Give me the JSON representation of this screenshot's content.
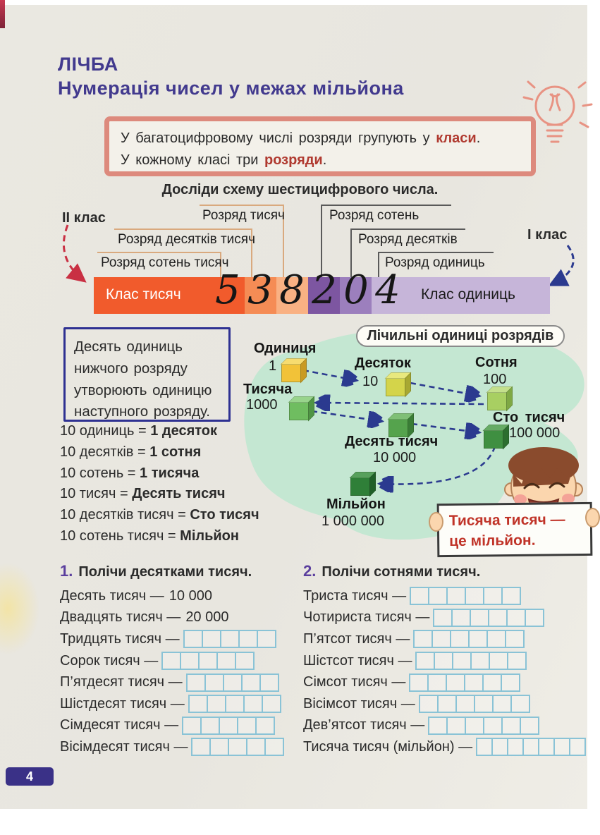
{
  "page": {
    "number": "4",
    "section": "ЛІЧБА",
    "title": "Нумерація чисел у межах мільйона"
  },
  "rule_box": {
    "l1a": "У багатоцифровому числі розряди групують у ",
    "l1b": "класи",
    "l1c": ".",
    "l2a": "У кожному класі три ",
    "l2b": "розряди",
    "l2c": "."
  },
  "scheme": {
    "instruction": "Досліди схему шестицифрового числа.",
    "class2": "ІІ клас",
    "class1": "І клас",
    "left_labels": [
      "Розряд тисяч",
      "Розряд десятків тисяч",
      "Розряд сотень тисяч"
    ],
    "right_labels": [
      "Розряд сотень",
      "Розряд десятків",
      "Розряд одиниць"
    ],
    "thousands": {
      "label": "Клас тисяч",
      "d1": "5",
      "d2": "3",
      "d3": "8"
    },
    "units": {
      "label": "Клас одиниць",
      "d1": "2",
      "d2": "0",
      "d3": "4"
    }
  },
  "principle": "Десять одиниць нижчого розряду утворюють одиницю наступного розряду.",
  "counting_units": {
    "title": "Лічильні одиниці розрядів",
    "items": [
      {
        "name": "Одиниця",
        "value": "1"
      },
      {
        "name": "Десяток",
        "value": "10"
      },
      {
        "name": "Сотня",
        "value": "100"
      },
      {
        "name": "Тисяча",
        "value": "1000"
      },
      {
        "name": "Десять тисяч",
        "value": "10 000"
      },
      {
        "name": "Сто тисяч",
        "value": "100 000"
      },
      {
        "name": "Мільйон",
        "value": "1 000 000"
      }
    ]
  },
  "equalities": [
    {
      "left": "10 одиниць = ",
      "right": "1 десяток"
    },
    {
      "left": "10 десятків = ",
      "right": "1 сотня"
    },
    {
      "left": "10 сотень = ",
      "right": "1 тисяча"
    },
    {
      "left": "10 тисяч = ",
      "right": "Десять тисяч"
    },
    {
      "left": "10 десятків тисяч = ",
      "right": "Сто тисяч"
    },
    {
      "left": "10 сотень тисяч = ",
      "right": "Мільйон"
    }
  ],
  "sign": {
    "line1": "Тисяча тисяч —",
    "line2": "це мільйон."
  },
  "exercise1": {
    "number": "1.",
    "title": "Полічи десятками тисяч.",
    "items": [
      {
        "label": "Десять тисяч —",
        "answer": "10 000",
        "cells": 0
      },
      {
        "label": "Двадцять тисяч —",
        "answer": "20 000",
        "cells": 0
      },
      {
        "label": "Тридцять тисяч —",
        "answer": "",
        "cells": 5
      },
      {
        "label": "Сорок тисяч —",
        "answer": "",
        "cells": 5
      },
      {
        "label": "П’ятдесят тисяч —",
        "answer": "",
        "cells": 5
      },
      {
        "label": "Шістдесят тисяч —",
        "answer": "",
        "cells": 5
      },
      {
        "label": "Сімдесят тисяч —",
        "answer": "",
        "cells": 5
      },
      {
        "label": "Вісімдесят тисяч —",
        "answer": "",
        "cells": 5
      }
    ]
  },
  "exercise2": {
    "number": "2.",
    "title": "Полічи сотнями тисяч.",
    "items": [
      {
        "label": "Триста тисяч —",
        "answer": "",
        "cells": 6
      },
      {
        "label": "Чотириста тисяч —",
        "answer": "",
        "cells": 6
      },
      {
        "label": "П’ятсот тисяч —",
        "answer": "",
        "cells": 6
      },
      {
        "label": "Шістсот тисяч —",
        "answer": "",
        "cells": 6
      },
      {
        "label": "Сімсот тисяч —",
        "answer": "",
        "cells": 6
      },
      {
        "label": "Вісімсот тисяч —",
        "answer": "",
        "cells": 6
      },
      {
        "label": "Дев’ятсот тисяч —",
        "answer": "",
        "cells": 6
      },
      {
        "label": "Тисяча тисяч (мільйон) —",
        "answer": "",
        "cells": 7
      }
    ]
  },
  "colors": {
    "heading_purple": "#423a8e",
    "highlight_red": "#b03a30",
    "rule_border": "#dd8a7d",
    "class_thousands_orange": "#f15b2c",
    "class_units_purple": "#c6b5d9",
    "blob_green": "#c4e7d2",
    "arrow_navy": "#2b3a8f",
    "arrow_red": "#c93043",
    "answer_box_blue": "#8ac3d6",
    "page_tab_purple": "#3a3187"
  }
}
